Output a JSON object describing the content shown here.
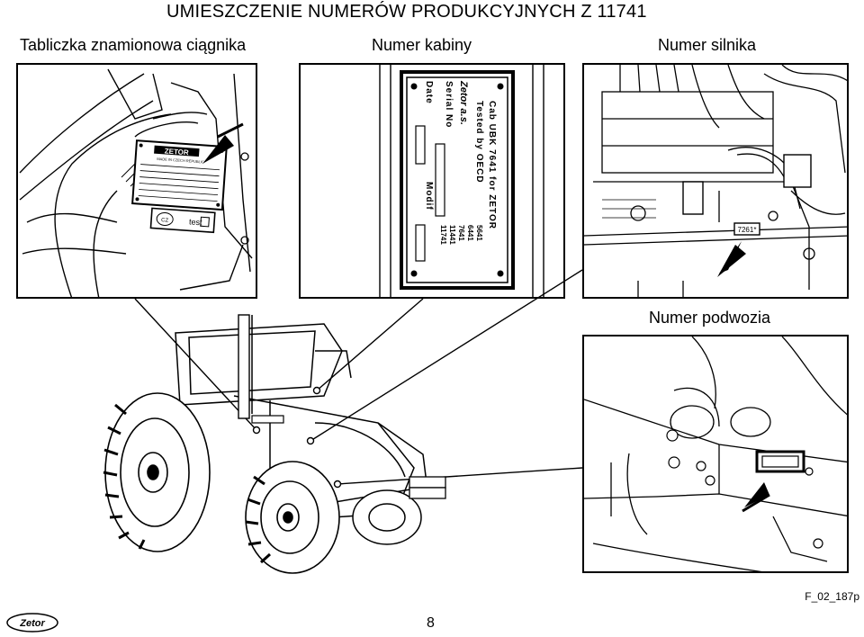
{
  "title": "UMIESZCZENIE NUMERÓW PRODUKCYJNYCH Z 11741",
  "labels": {
    "plate": "Tabliczka znamionowa ciągnika",
    "cab": "Numer kabiny",
    "engine": "Numer silnika",
    "chassis": "Numer podwozia"
  },
  "plate": {
    "brand": "ZETOR",
    "made_in": "MADE IN CZECH REPUBLIC",
    "cert": "test"
  },
  "cab_plate": {
    "line1": "Cab UBK 7641 for ZETOR",
    "line2": "Tested by OECD",
    "brand": "Zetor a.s.",
    "serial_label": "Serial No",
    "date_label": "Date",
    "model_label": "Modif",
    "models": [
      "5641",
      "6441",
      "7641",
      "11441",
      "11741"
    ]
  },
  "engine_stamp": "7261*",
  "figure_code": "F_02_187p",
  "page_number": "8",
  "logo_text": "Zetor"
}
